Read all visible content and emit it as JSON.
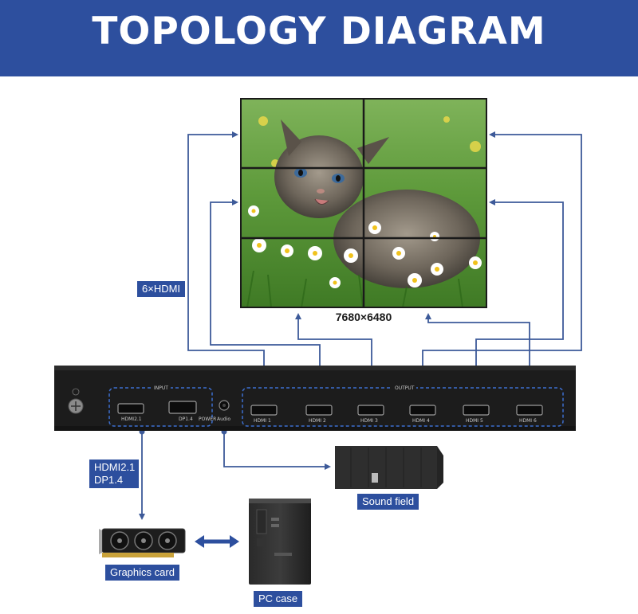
{
  "header": {
    "title": "TOPOLOGY DIAGRAM"
  },
  "display": {
    "resolution": "7680×6480"
  },
  "labels": {
    "hdmi_out": "6×HDMI",
    "input_line1": "HDMI2.1",
    "input_line2": "DP1.4",
    "sound": "Sound field",
    "graphics": "Graphics card",
    "pc": "PC case"
  },
  "device": {
    "input_group": "INPUT",
    "output_group": "OUTPUT",
    "inputs": [
      "HDMI2.1",
      "DP1.4"
    ],
    "power_label": "POWER",
    "audio_label": "Audio",
    "outputs": [
      "HDMI 1",
      "HDMI 2",
      "HDMI 3",
      "HDMI 4",
      "HDMI 5",
      "HDMI 6"
    ]
  },
  "colors": {
    "brand_blue": "#2d4f9e",
    "connector_line": "#3d5a99",
    "device_body": "#1c1c1c",
    "dashed_group": "#3d6fd0"
  }
}
